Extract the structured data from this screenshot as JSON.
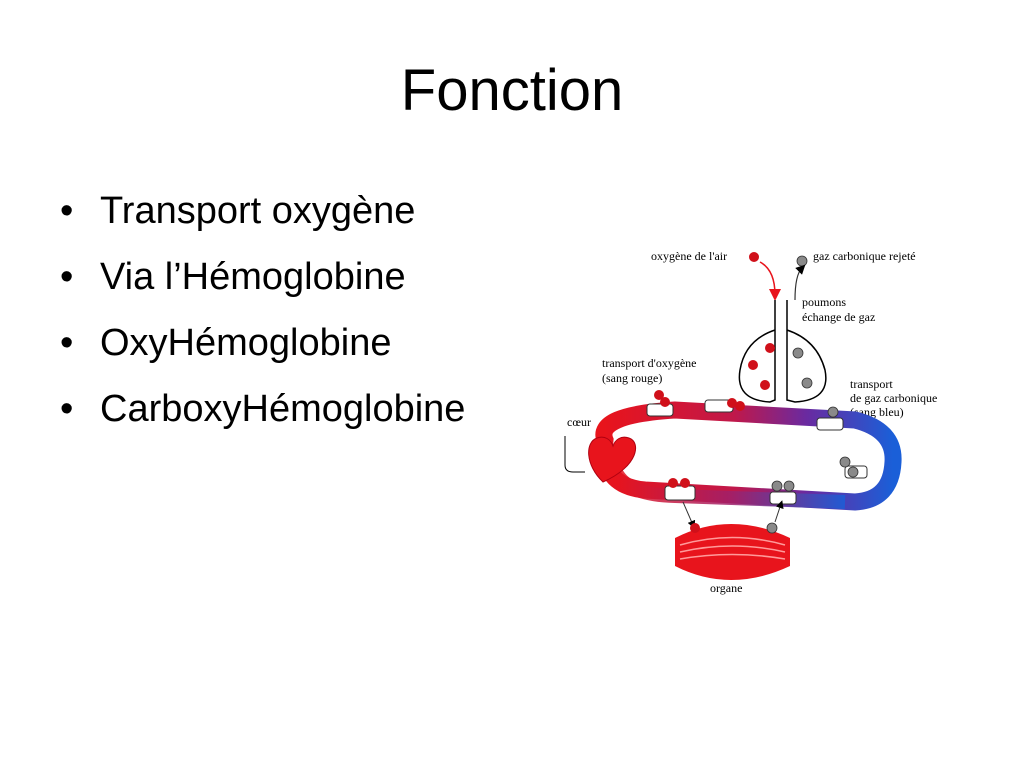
{
  "slide": {
    "title": "Fonction",
    "bullet_glyph": "•",
    "bullets": [
      "Transport oxygène",
      "Via l’Hémoglobine",
      "OxyHémoglobine",
      "CarboxyHémoglobine"
    ]
  },
  "diagram": {
    "labels": {
      "oxygen_air": "oxygène de l'air",
      "co2_rejected": "gaz carbonique rejeté",
      "lungs_line1": "poumons",
      "lungs_line2": "échange de gaz",
      "o2_transport_line1": "transport d'oxygène",
      "o2_transport_line2": "(sang rouge)",
      "co2_transport_line1": "transport",
      "co2_transport_line2": "de gaz carbonique",
      "co2_transport_line3": "(sang bleu)",
      "heart": "cœur",
      "organ": "organe"
    },
    "colors": {
      "oxygenated_blood": "#e8141c",
      "deoxygenated_blood": "#1a5fd8",
      "oxygen": "#d0101a",
      "carbon_dioxide": "#8a8a8a",
      "heart": "#e8141c"
    }
  }
}
